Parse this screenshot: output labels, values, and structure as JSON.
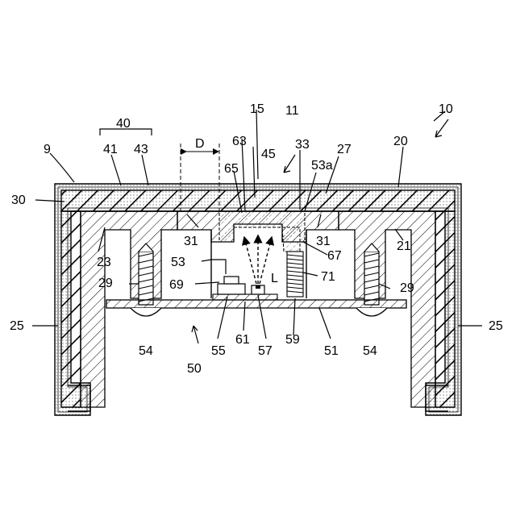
{
  "figure": {
    "labels": {
      "l10": "10",
      "l11": "11",
      "l15": "15",
      "l9": "9",
      "l40": "40",
      "l41": "41",
      "l43": "43",
      "lD": "D",
      "l45": "45",
      "l63": "63",
      "l65": "65",
      "l33": "33",
      "l53a": "53a",
      "l27": "27",
      "l20": "20",
      "l30": "30",
      "l23": "23",
      "l31a": "31",
      "l31b": "31",
      "l53": "53",
      "l67": "67",
      "l21": "21",
      "l29a": "29",
      "l29b": "29",
      "l69": "69",
      "lL": "L",
      "l71": "71",
      "l25a": "25",
      "l25b": "25",
      "l54a": "54",
      "l54b": "54",
      "l55": "55",
      "l61": "61",
      "l57": "57",
      "l59": "59",
      "l51": "51",
      "l50": "50"
    }
  }
}
